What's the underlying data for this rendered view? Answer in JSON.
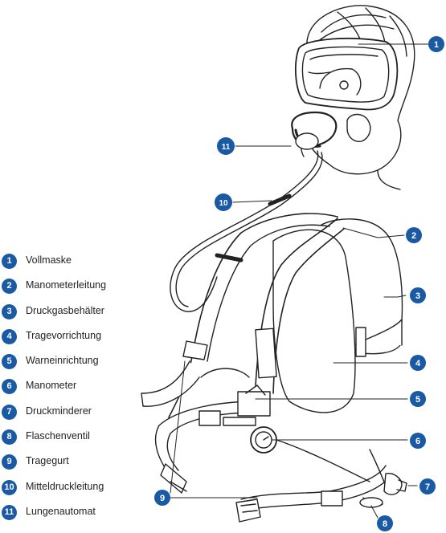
{
  "legend": [
    {
      "num": "1",
      "label": "Vollmaske"
    },
    {
      "num": "2",
      "label": "Manometerleitung"
    },
    {
      "num": "3",
      "label": "Druckgasbehälter"
    },
    {
      "num": "4",
      "label": "Tragevorrichtung"
    },
    {
      "num": "5",
      "label": "Warneinrichtung"
    },
    {
      "num": "6",
      "label": "Manometer"
    },
    {
      "num": "7",
      "label": "Druckminderer"
    },
    {
      "num": "8",
      "label": "Flaschenventil"
    },
    {
      "num": "9",
      "label": "Tragegurt"
    },
    {
      "num": "10",
      "label": "Mitteldruckleitung"
    },
    {
      "num": "11",
      "label": "Lungenautomat"
    }
  ],
  "callouts": {
    "c1": "1",
    "c2": "2",
    "c3": "3",
    "c4": "4",
    "c5": "5",
    "c6": "6",
    "c7": "7",
    "c8": "8",
    "c9": "9",
    "c10": "10",
    "c11": "11"
  },
  "colors": {
    "badge": "#1a5aa5",
    "line": "#222222"
  }
}
